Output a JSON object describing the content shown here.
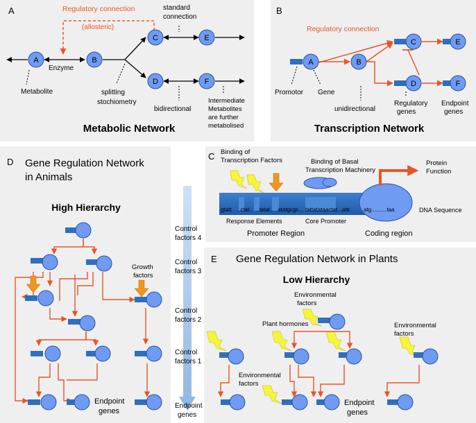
{
  "colors": {
    "panel_bg": "#efefef",
    "node_fill": "#6f9cf2",
    "node_stroke": "#2a4fa3",
    "gene_fill": "#2e6fc0",
    "arrow_red": "#e8552a",
    "lightning": "#f5f53a",
    "orange_arrow": "#f0961e",
    "blue_band": "#9cc0e6"
  },
  "panelA": {
    "letter": "A",
    "reg_label": "Regulatory connection",
    "allosteric": "(allosteric)",
    "standard": "standard",
    "connection": "connection",
    "enzyme": "Enzyme",
    "metabolite": "Metabolite",
    "splitting": "splitting",
    "stoich": "stochiometry",
    "bidirectional": "bidirectional",
    "inter1": "Intermediate",
    "inter2": "Metabolites",
    "inter3": "are further",
    "inter4": "metabolised",
    "title": "Metabolic Network",
    "nodes": [
      "A",
      "B",
      "C",
      "D",
      "E",
      "F"
    ]
  },
  "panelB": {
    "letter": "B",
    "reg_label": "Regulatory connection",
    "promotor": "Promotor",
    "gene": "Gene",
    "unidirectional": "unidirectional",
    "regulatory": "Regulatory",
    "genes": "genes",
    "endpoint": "Endpoint",
    "endpoint_genes": "genes",
    "title": "Transcription Network",
    "nodes": [
      "A",
      "B",
      "C",
      "D",
      "E",
      "F"
    ]
  },
  "panelC": {
    "letter": "C",
    "binding_tf1": "Binding of",
    "binding_tf2": "Transcription Factors",
    "binding_basal1": "Binding of Basal",
    "binding_basal2": "Transcription Machinery",
    "protein1": "Protein",
    "protein2": "Function",
    "seq1": "gtatt.",
    "seq2": "..ctat..",
    "seq3": "..tatat..",
    "seq4": ".atatgcgc...",
    "seq5": "tattatataactat...attr",
    "seq6": "atg..........taa",
    "response": "Response Elements",
    "core": "Core Promoter",
    "dna": "DNA Sequence",
    "promoter_region": "Promoter Region",
    "coding_region": "Coding region"
  },
  "panelD": {
    "letter": "D",
    "title1": "Gene Regulation Network",
    "title2": "in Animals",
    "hierarchy": "High Hierarchy",
    "growth1": "Growth",
    "growth2": "factors",
    "endpoint1": "Endpoint",
    "endpoint2": "genes"
  },
  "middle": {
    "cf4a": "Control",
    "cf4b": "factors 4",
    "cf3a": "Control",
    "cf3b": "factors 3",
    "cf2a": "Control",
    "cf2b": "factors 2",
    "cf1a": "Control",
    "cf1b": "factors 1",
    "ep1": "Endpoint",
    "ep2": "genes"
  },
  "panelE": {
    "letter": "E",
    "title": "Gene Regulation Network in Plants",
    "hierarchy": "Low Hierarchy",
    "env1a": "Environmental",
    "env1b": "factors",
    "hormones": "Plant hormones",
    "env2a": "Environmental",
    "env2b": "factors",
    "env3a": "Environmental",
    "env3b": "factors",
    "endpoint1": "Endpoint",
    "endpoint2": "genes"
  }
}
